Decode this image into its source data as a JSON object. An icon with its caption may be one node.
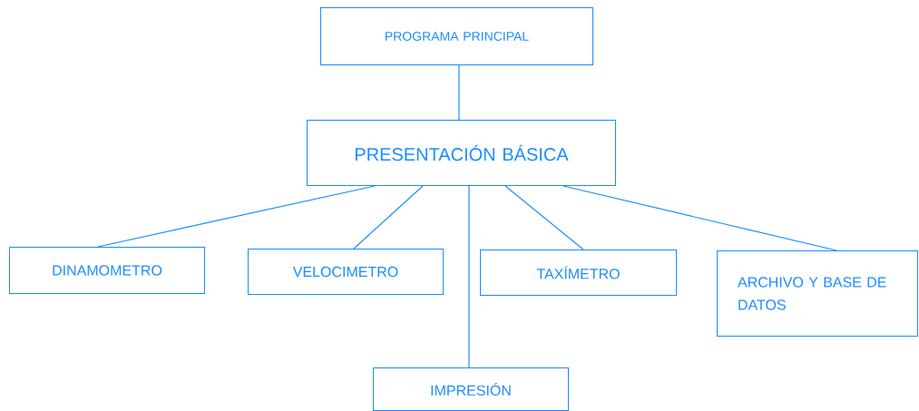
{
  "diagram": {
    "nodes": [
      {
        "text": [
          "PROGRAMA PRINCIPAL"
        ]
      },
      {
        "text": [
          "PRESENTACIÓN BÁSICA"
        ]
      },
      {
        "text": [
          "DINAMOMETRO"
        ]
      },
      {
        "text": [
          "VELOCIMETRO"
        ]
      },
      {
        "text": [
          "TAXÍMETRO"
        ]
      },
      {
        "text": [
          "ARCHIVO Y BASE DE DATOS"
        ]
      },
      {
        "text": [
          "IMPRESIÓN"
        ]
      }
    ],
    "edges": [
      {
        "from": 0,
        "to": 1,
        "arrow": "none"
      },
      {
        "from": 1,
        "to": 2,
        "arrow": "none"
      },
      {
        "from": 1,
        "to": 3,
        "arrow": "none"
      },
      {
        "from": 1,
        "to": 6,
        "arrow": "none"
      },
      {
        "from": 1,
        "to": 4,
        "arrow": "none"
      },
      {
        "from": 1,
        "to": 5,
        "arrow": "none"
      }
    ]
  }
}
